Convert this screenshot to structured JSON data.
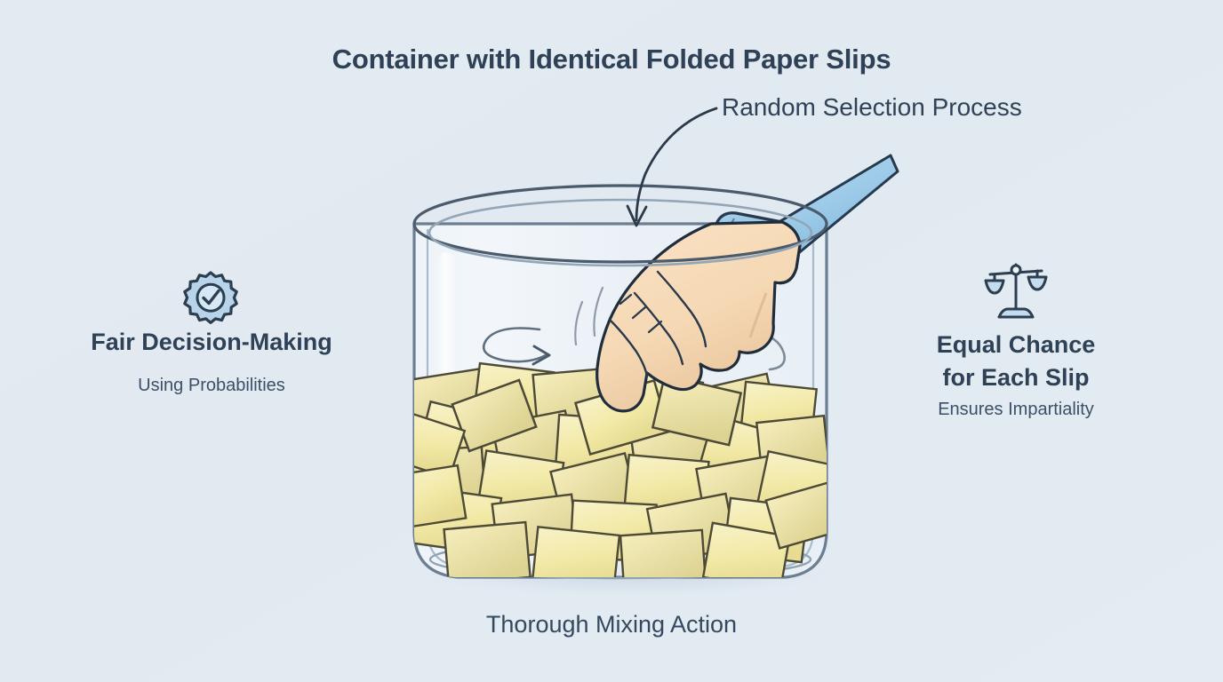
{
  "page": {
    "title": "Container with Identical Folded Paper Slips",
    "bottom_caption": "Thorough Mixing Action",
    "background_color": "#e2eaf2",
    "text_color": "#2e4156"
  },
  "annotation": {
    "label": "Random Selection Process",
    "arrow_icon": "curved-arrow-down-icon",
    "arrow_color": "#2b3a4a"
  },
  "left_callout": {
    "icon": "gear-check-icon",
    "icon_fill": "#b8d4ea",
    "icon_stroke": "#2c3e50",
    "heading": "Fair Decision-Making",
    "subtext": "Using Probabilities"
  },
  "right_callout": {
    "icon": "balance-scale-icon",
    "icon_fill": "#c3dcee",
    "icon_stroke": "#2c3e50",
    "heading_line1": "Equal Chance",
    "heading_line2": "for Each Slip",
    "subtext": "Ensures Impartiality"
  },
  "illustration": {
    "container": {
      "name": "glass-jar",
      "glass_fill": "#f2f6fa",
      "glass_stroke": "#6d7f92",
      "rim_stroke": "#4a5a6b",
      "highlight_color": "#ffffff",
      "shadow_color": "#c9d6e2"
    },
    "hand": {
      "name": "hand-reaching-in",
      "skin_fill": "#f7dcbb",
      "skin_shade": "#e9c59c",
      "outline": "#1f2d3d"
    },
    "sleeve": {
      "name": "shirt-sleeve",
      "fill_light": "#aed4ec",
      "fill_mid": "#8dc3e4",
      "cuff_fill": "#8fc2e2",
      "outline": "#25394f"
    },
    "slips": {
      "name": "folded-paper-slips",
      "fill_light": "#f6efc0",
      "fill_mid": "#efe59a",
      "fill_shade": "#e0d693",
      "outline": "#4d4a37",
      "count": 34
    },
    "motion_arrows": [
      {
        "name": "mixing-arrow-left",
        "direction": "clockwise-right",
        "color": "#5b6b7b"
      },
      {
        "name": "mixing-arrow-right",
        "direction": "counter-clockwise-up-left",
        "color": "#7a8896"
      }
    ]
  }
}
